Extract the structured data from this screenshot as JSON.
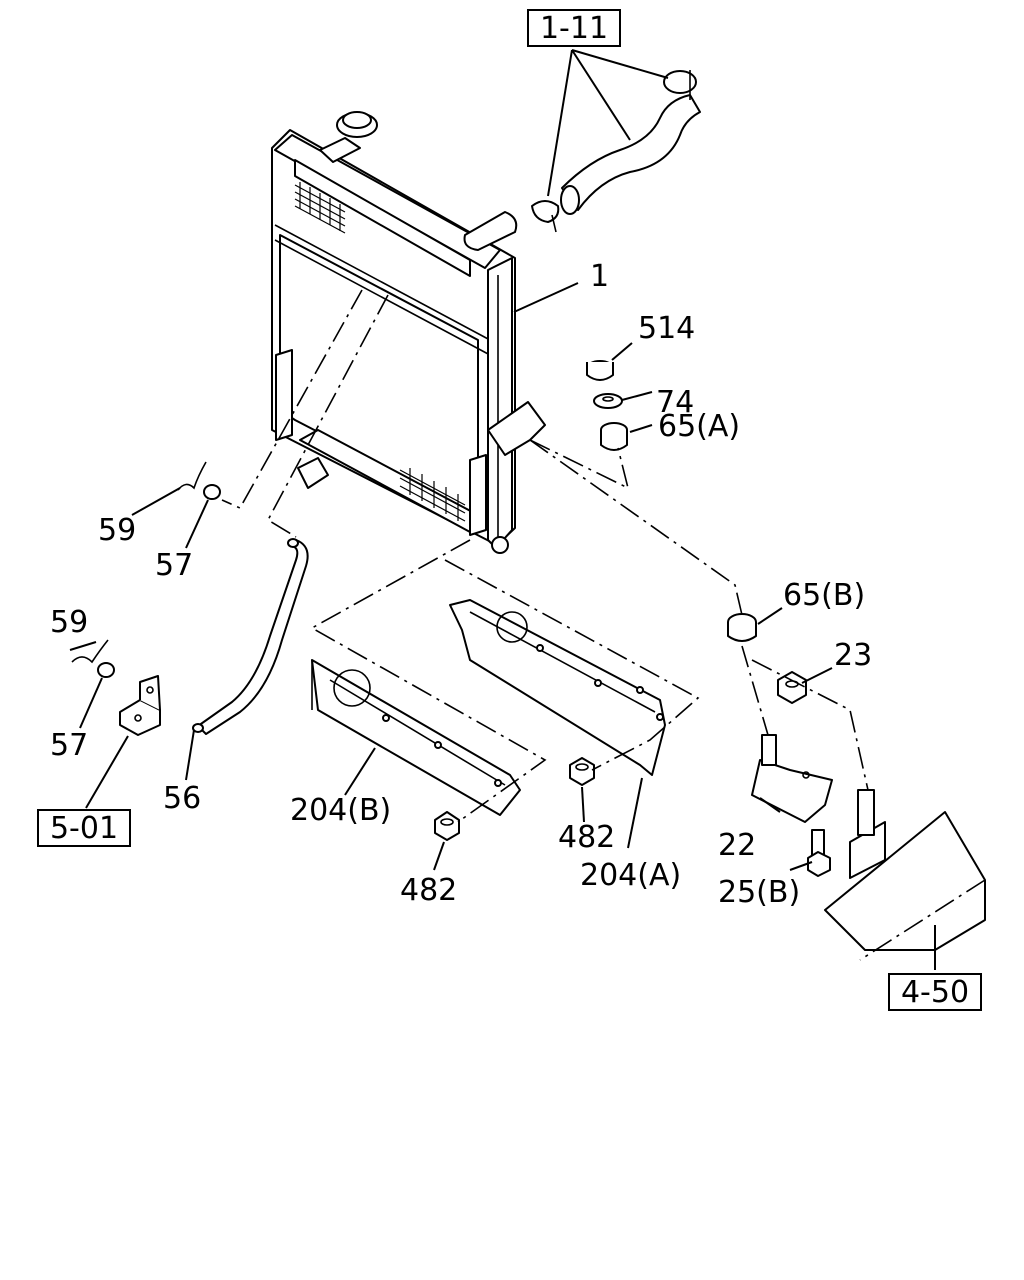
{
  "diagram": {
    "part_labels": {
      "p1": "1",
      "p514": "514",
      "p74": "74",
      "p65a": "65(A)",
      "p65b": "65(B)",
      "p23": "23",
      "p22": "22",
      "p25b": "25(B)",
      "p59a": "59",
      "p57a": "57",
      "p59b": "59",
      "p57b": "57",
      "p56": "56",
      "p204b": "204(B)",
      "p204a": "204(A)",
      "p482a": "482",
      "p482b": "482"
    },
    "section_refs": {
      "top": "1-11",
      "left": "5-01",
      "right": "4-50"
    }
  }
}
